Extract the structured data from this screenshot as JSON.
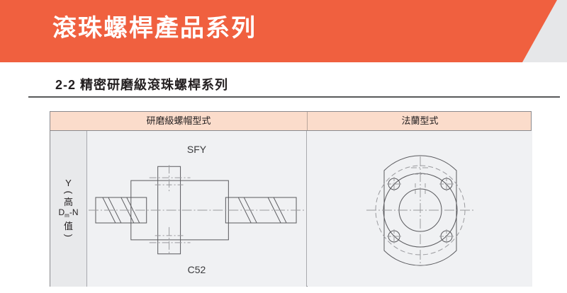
{
  "header": {
    "title": "滾珠螺桿產品系列",
    "banner_color": "#f0603f",
    "backdrop_color": "#e6e7e9",
    "title_color": "#ffffff"
  },
  "section": {
    "number": "2-2",
    "subtitle": "2-2 精密研磨級滾珠螺桿系列",
    "rule_color": "#58595b"
  },
  "table": {
    "header_bg": "#fbdccb",
    "cell_bg": "#f0f1f3",
    "label_col_bg": "#e8e9eb",
    "border_color": "#8a8a8e",
    "columns": [
      {
        "label": "研磨級螺帽型式"
      },
      {
        "label": "法蘭型式"
      }
    ],
    "row_label": {
      "axis": "Y",
      "open_paren": "（",
      "line1": "高",
      "line2": "Dm-N",
      "line2_base": "D",
      "line2_sub": "m",
      "line2_tail": "-N",
      "line3": "值",
      "close_paren": "）"
    },
    "left_cell": {
      "top_label": "SFY",
      "bottom_label": "C52",
      "drawing_name": "ball-screw-nut-side-view"
    },
    "right_cell": {
      "drawing_name": "flange-front-view"
    },
    "line_color": "#5a5a5e",
    "dash_color": "#9a9a9e"
  }
}
